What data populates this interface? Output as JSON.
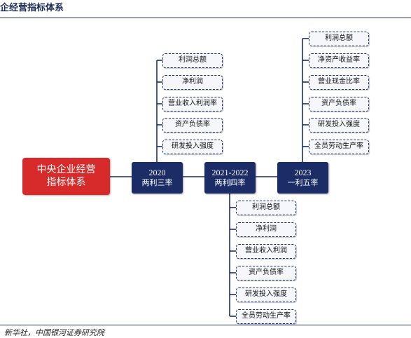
{
  "title": "企经营指标体系",
  "main_node": {
    "line1": "中央企业经营",
    "line2": "指标体系"
  },
  "stages": [
    {
      "year": "2020",
      "label": "两利三率",
      "items": [
        "利润总额",
        "净利润",
        "营业收入利润率",
        "资产负债率",
        "研发投入强度"
      ]
    },
    {
      "year": "2021-2022",
      "label": "两利四率",
      "items": [
        "利润总额",
        "净利润",
        "营业收入利润",
        "资产负债率",
        "研发投入强度",
        "全员劳动生产率"
      ]
    },
    {
      "year": "2023",
      "label": "一利五率",
      "items": [
        "利润总额",
        "净资产收益率",
        "营业现金比率",
        "资产负债率",
        "研发投入强度",
        "全员劳动生产率"
      ]
    }
  ],
  "source": "新华社，中国银河证券研究院",
  "colors": {
    "main_node": "#d72a2a",
    "stage_node": "#1b2c66",
    "connector": "#1b2c66"
  }
}
